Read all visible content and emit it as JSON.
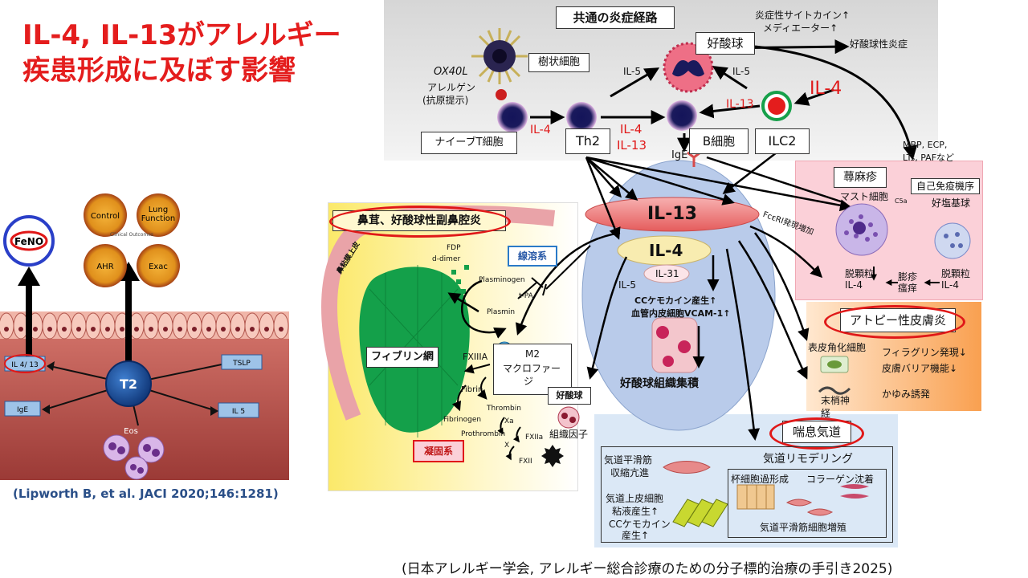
{
  "slide": {
    "title_line1": "IL-4, IL-13がアレルギー",
    "title_line2": "疾患形成に及ぼす影響",
    "citation": "(Lipworth B, et al. JACI 2020;146:1281)",
    "footer": "(日本アレルギー学会, アレルギー総合診療のための分子標的治療の手引き2025)"
  },
  "left_figure": {
    "feno": "FeNO",
    "outcomes": [
      "Control",
      "Lung Function",
      "AHR",
      "Exac"
    ],
    "clinical_outcomes": "Clinical Outcomes",
    "t2": "T2",
    "il4_13": "IL 4/ 13",
    "tslp": "TSLP",
    "ige": "IgE",
    "il5": "IL 5",
    "eos": "Eos"
  },
  "common_pathway": {
    "title": "共通の炎症経路",
    "dendritic": "樹状細胞",
    "ox40l": "OX40L",
    "allergen": "アレルゲン",
    "antigen": "(抗原提示)",
    "naive_t": "ナイーブT細胞",
    "th2": "Th2",
    "b_cell": "B細胞",
    "ilc2": "ILC2",
    "eosinophil": "好酸球",
    "il4_a": "IL-4",
    "il4_b": "IL-4",
    "il13_a": "IL-13",
    "il4_big": "IL-4",
    "il13_b": "IL-13",
    "il5_a": "IL-5",
    "il5_b": "IL-5",
    "ige": "IgE",
    "cytokine_line1": "炎症性サイトカイン↑",
    "cytokine_line2": "メディエーター↑",
    "eos_inflam": "好酸球性炎症",
    "mbp_line1": "MBP, ECP,",
    "mbp_line2": "LTs, PAFなど",
    "fceri": "FcεRI発現増加"
  },
  "center": {
    "il13": "IL-13",
    "il4": "IL-4",
    "il31": "IL-31",
    "il5": "IL-5",
    "cc_line1": "CCケモカイン産生↑",
    "cc_line2": "血管内皮細胞VCAM-1↑",
    "eos_accum": "好酸球組織集積"
  },
  "nasal": {
    "title": "鼻茸、好酸球性副鼻腔炎",
    "epithelium": "鼻粘膜上皮",
    "fibrinolysis": "線溶系",
    "coag": "凝固系",
    "fibrin_net": "フィブリン網",
    "fdp": "FDP",
    "ddimer": "d-dimer",
    "plasminogen": "Plasminogen",
    "tpa": "t-PA",
    "plasmin": "Plasmin",
    "fxiiia": "FXIIIA",
    "m2": "M2",
    "macrophage1": "マクロファー",
    "macrophage2": "ジ",
    "eos": "好酸球",
    "tissue_factor": "組織因子",
    "fibrin": "Fibrin",
    "thrombin": "Thrombin",
    "fibrinogen": "Fibrinogen",
    "xa": "Xa",
    "prothrombin": "Prothrombin",
    "x": "X",
    "fxiia": "FXIIa",
    "fxii": "FXII"
  },
  "urticaria": {
    "title": "蕁麻疹",
    "autoimmune": "自己免疫機序",
    "mast": "マスト細胞",
    "basophil": "好塩基球",
    "c5a": "C5a",
    "degran1_l1": "脱顆粒",
    "degran1_l2": "IL-4",
    "wheal_l1": "膨疹",
    "wheal_l2": "瘙痒",
    "degran2_l1": "脱顆粒",
    "degran2_l2": "IL-4"
  },
  "atopic": {
    "title": "アトピー性皮膚炎",
    "keratinocyte": "表皮角化細胞",
    "nerve_l1": "末梢神",
    "nerve_l2": "経",
    "filaggrin": "フィラグリン発現↓",
    "barrier": "皮膚バリア機能↓",
    "itch": "かゆみ誘発"
  },
  "asthma": {
    "title": "喘息気道",
    "remodeling": "気道リモデリング",
    "smooth_l1": "気道平滑筋",
    "smooth_l2": "収縮亢進",
    "epi_l1": "気道上皮細胞",
    "epi_l2": "粘液産生↑",
    "epi_l3": "CCケモカイン",
    "epi_l4": "産生↑",
    "goblet": "杯細胞過形成",
    "collagen": "コラーゲン沈着",
    "proliferation": "気道平滑筋細胞増殖"
  },
  "colors": {
    "title": "#e41d1d",
    "accent_red": "#e01818",
    "th2_cell": "#1a1a5c",
    "cell_pink": "#e3b7e6",
    "center_oval": "#b9cbea",
    "il13_bar": "#ee7a7a",
    "il4_bar": "#f8ecb0",
    "fibrin": "#14a04a",
    "urticaria_bg": "#fbd0d8",
    "atopic_bg": "#f9a050",
    "asthma_bg": "#dbe8f6",
    "citation": "#2a4f88"
  }
}
